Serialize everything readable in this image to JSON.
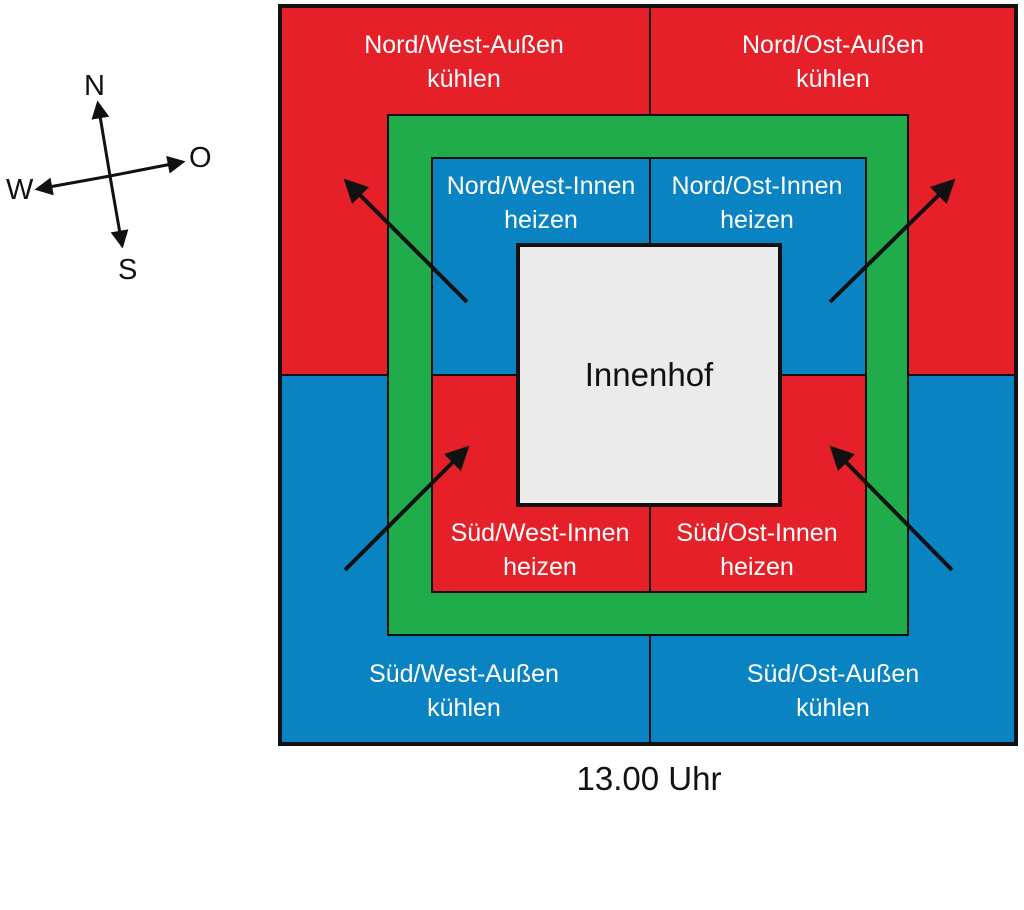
{
  "colors": {
    "cool": "#e52029",
    "heat": "#0a83c2",
    "ring": "#20ac4b",
    "courtyard": "#ebebeb",
    "stroke": "#111111"
  },
  "compass": {
    "n": "N",
    "o": "O",
    "s": "S",
    "w": "W"
  },
  "zones": {
    "nw_outer": {
      "line1": "Nord/West-Außen",
      "line2": "kühlen"
    },
    "no_outer": {
      "line1": "Nord/Ost-Außen",
      "line2": "kühlen"
    },
    "nw_inner": {
      "line1": "Nord/West-Innen",
      "line2": "heizen"
    },
    "no_inner": {
      "line1": "Nord/Ost-Innen",
      "line2": "heizen"
    },
    "sw_inner": {
      "line1": "Süd/West-Innen",
      "line2": "heizen"
    },
    "so_inner": {
      "line1": "Süd/Ost-Innen",
      "line2": "heizen"
    },
    "sw_outer": {
      "line1": "Süd/West-Außen",
      "line2": "kühlen"
    },
    "so_outer": {
      "line1": "Süd/Ost-Außen",
      "line2": "kühlen"
    }
  },
  "courtyard": "Innenhof",
  "time": "13.00 Uhr"
}
